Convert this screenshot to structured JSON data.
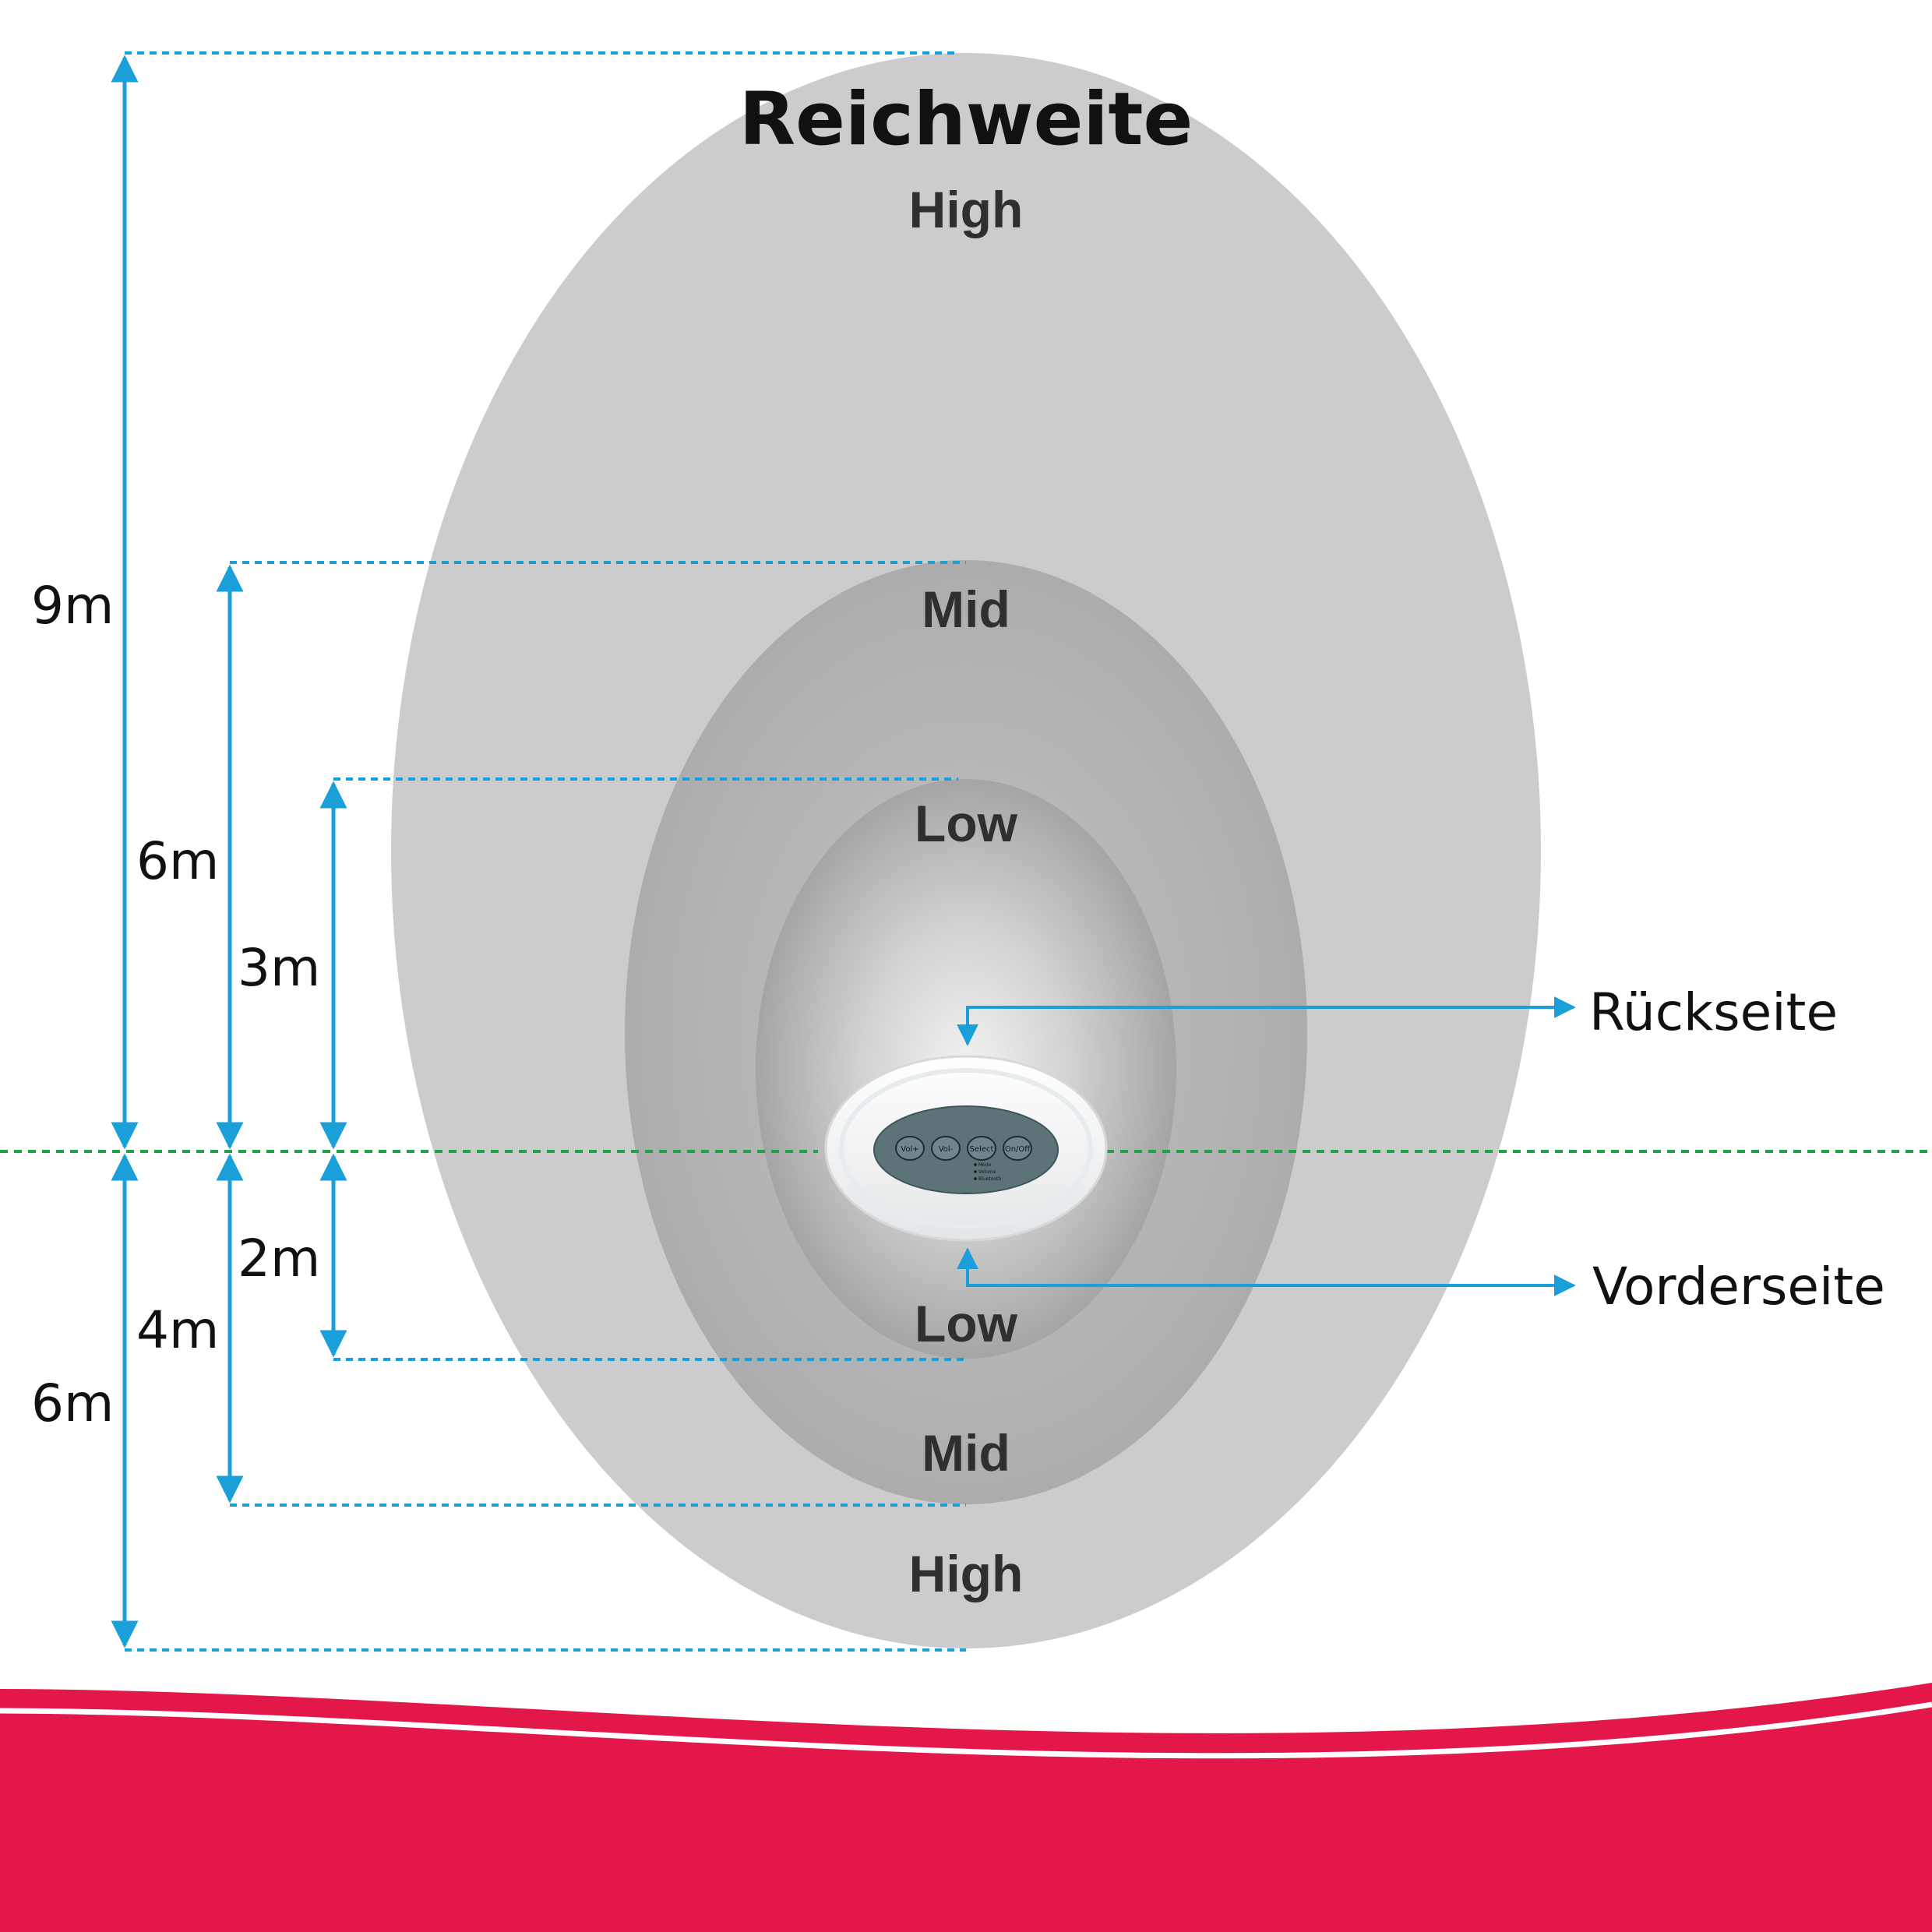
{
  "title": "Reichweite",
  "zones": {
    "high_top": "High",
    "mid_top": "Mid",
    "low_top": "Low",
    "low_bottom": "Low",
    "mid_bottom": "Mid",
    "high_bottom": "High"
  },
  "dimensions": {
    "back_high": "9m",
    "back_mid": "6m",
    "back_low": "3m",
    "front_low": "2m",
    "front_mid": "4m",
    "front_high": "6m"
  },
  "sides": {
    "back": "Rückseite",
    "front": "Vorderseite"
  },
  "device": {
    "buttons": [
      "Vol+",
      "Vol-",
      "Select",
      "On/Off"
    ],
    "indicators": [
      "Mode",
      "Volume",
      "Bluetooth"
    ]
  },
  "colors": {
    "dimension_lines": "#1a9fd8",
    "center_line": "#22a04a",
    "brand_band": "#e3174a"
  }
}
